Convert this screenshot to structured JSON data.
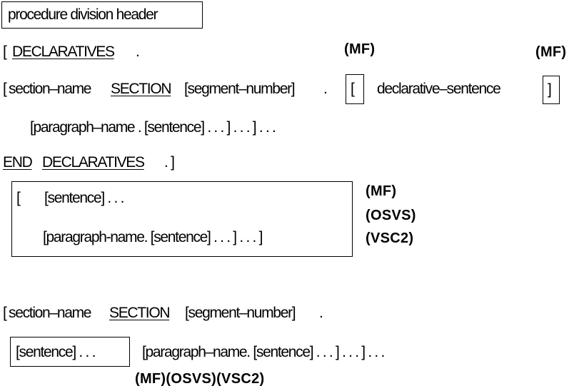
{
  "header_box": "procedure division header",
  "line_declaratives": {
    "open": "[",
    "keyword": "DECLARATIVES",
    "period": "."
  },
  "mf_tag_1": "(MF)",
  "mf_tag_2": "(MF)",
  "line_section": {
    "open": "[",
    "name": "section–name",
    "keyword": "SECTION",
    "segment": "[segment–number]",
    "period": ".",
    "bracket_left": "[",
    "sentence": "declarative–sentence",
    "bracket_right": "]"
  },
  "line_paragraph": "[paragraph–name .  [sentence] . . . ] . . . ] . . .",
  "line_end": {
    "kw1": "END",
    "kw2": "DECLARATIVES",
    "tail": ". ]"
  },
  "block_box": {
    "open": "[",
    "sentence": "[sentence] . . .",
    "paragraph": "[paragraph-name.  [sentence] . . . ] . . . ]"
  },
  "block_tags": [
    "(MF)",
    "(OSVS)",
    "(VSC2)"
  ],
  "line_section2": {
    "open": "[",
    "name": "section–name",
    "keyword": "SECTION",
    "segment": "[segment–number]",
    "period": "."
  },
  "sentence_box": "[sentence]  . . .",
  "paragraph_tail": "[paragraph–name. [sentence] . . . ] . . . ] . . .",
  "bottom_tags": "(MF)(OSVS)(VSC2)"
}
